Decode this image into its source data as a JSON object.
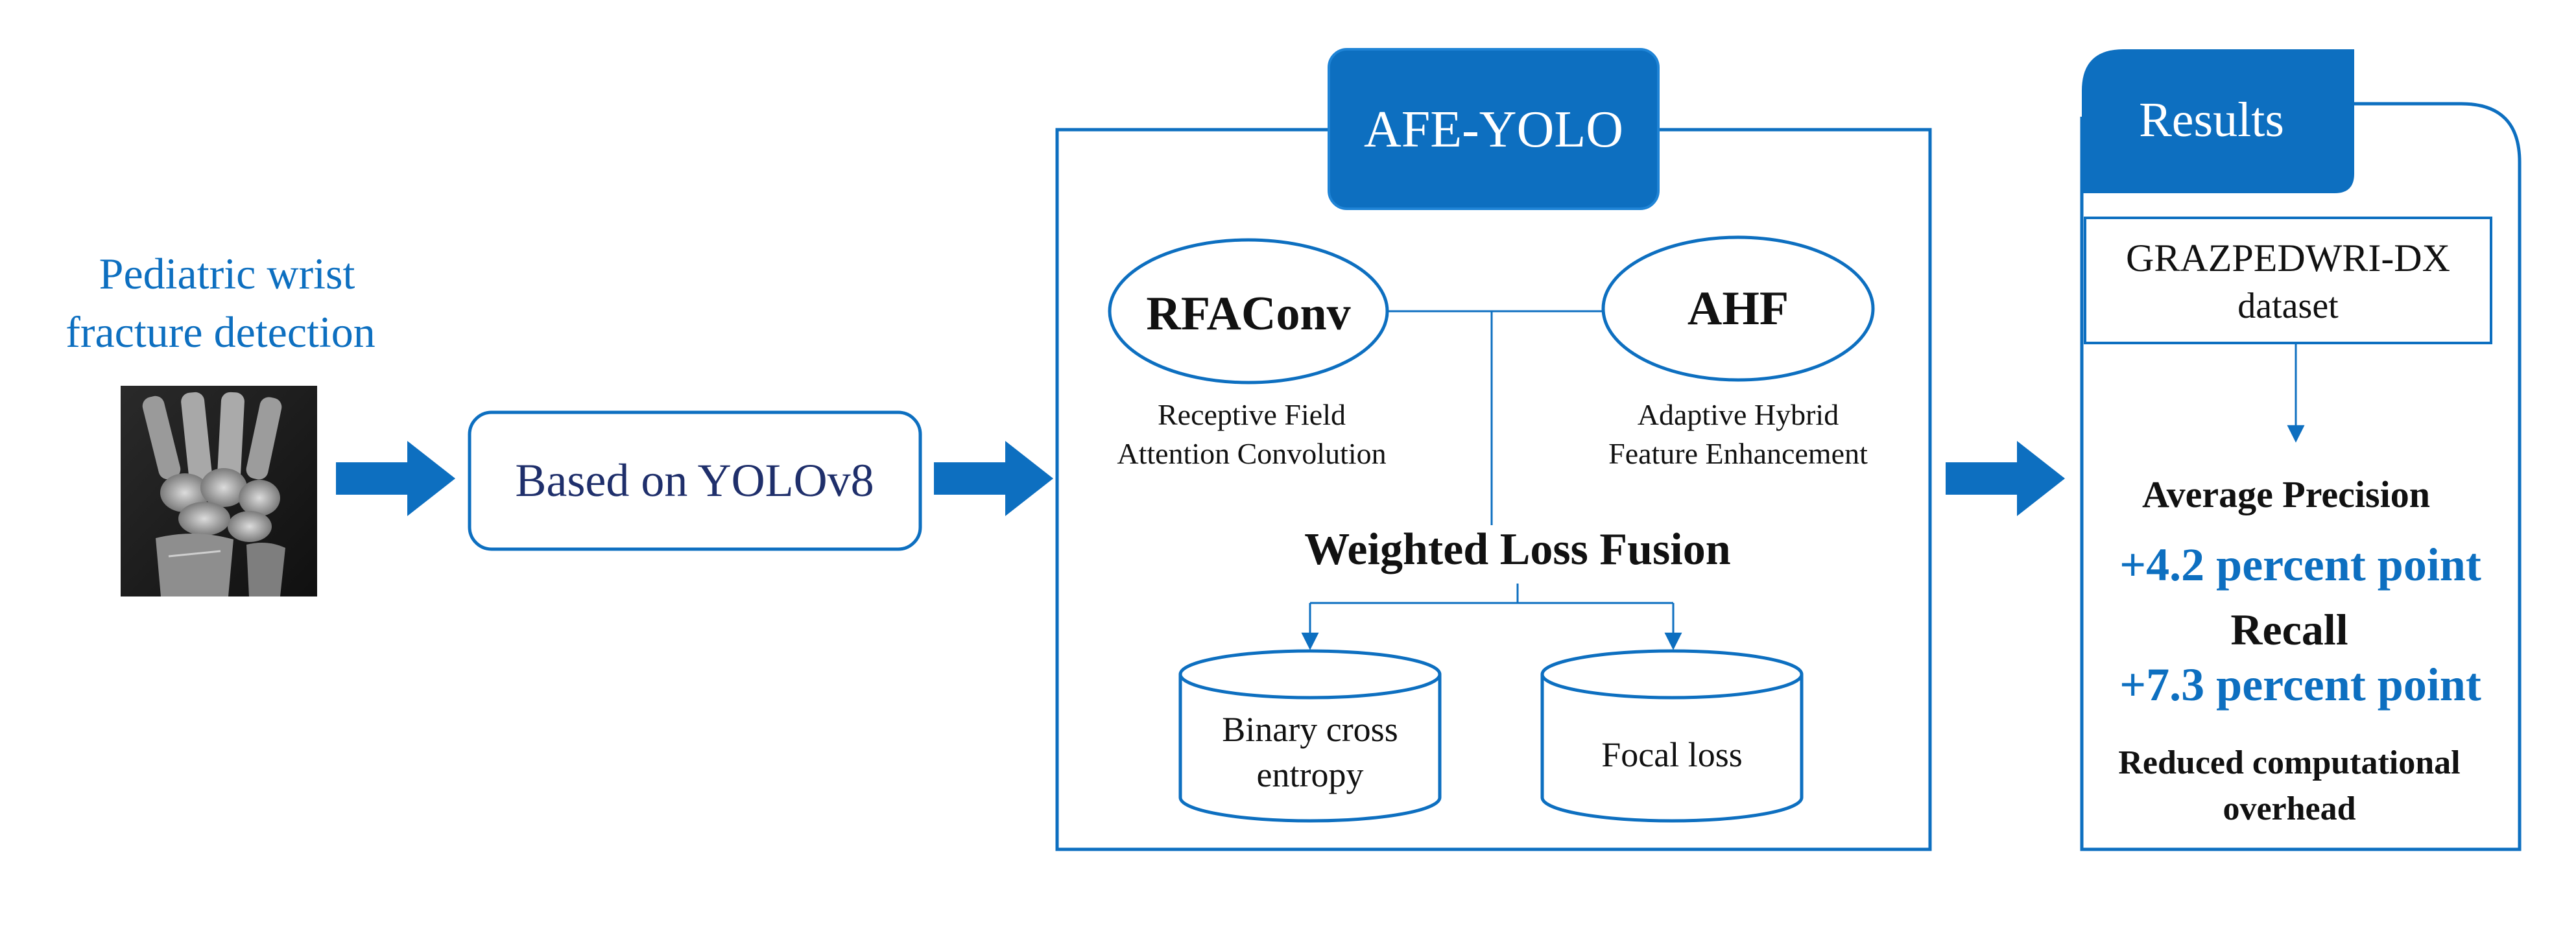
{
  "colors": {
    "primary_blue": "#0d6fc0",
    "navy_text": "#1f2f6b",
    "black_text": "#111111",
    "white": "#ffffff"
  },
  "input": {
    "title_line1": "Pediatric wrist",
    "title_line2": "fracture detection",
    "image_icon": "wrist-xray-image"
  },
  "base": {
    "label": "Based on YOLOv8"
  },
  "model": {
    "title": "AFE-YOLO",
    "rfaconv": {
      "name": "RFAConv",
      "desc_line1": "Receptive Field",
      "desc_line2": "Attention Convolution"
    },
    "ahf": {
      "name": "AHF",
      "desc_line1": "Adaptive Hybrid",
      "desc_line2": "Feature Enhancement"
    },
    "loss_title": "Weighted Loss Fusion",
    "loss_bce_line1": "Binary cross",
    "loss_bce_line2": "entropy",
    "loss_focal": "Focal loss"
  },
  "results": {
    "title": "Results",
    "dataset_line1": "GRAZPEDWRI-DX",
    "dataset_line2": "dataset",
    "ap_label": "Average Precision",
    "ap_value": "+4.2 percent point",
    "recall_label": "Recall",
    "recall_value": "+7.3 percent point",
    "overhead_line1": "Reduced computational",
    "overhead_line2": "overhead"
  }
}
